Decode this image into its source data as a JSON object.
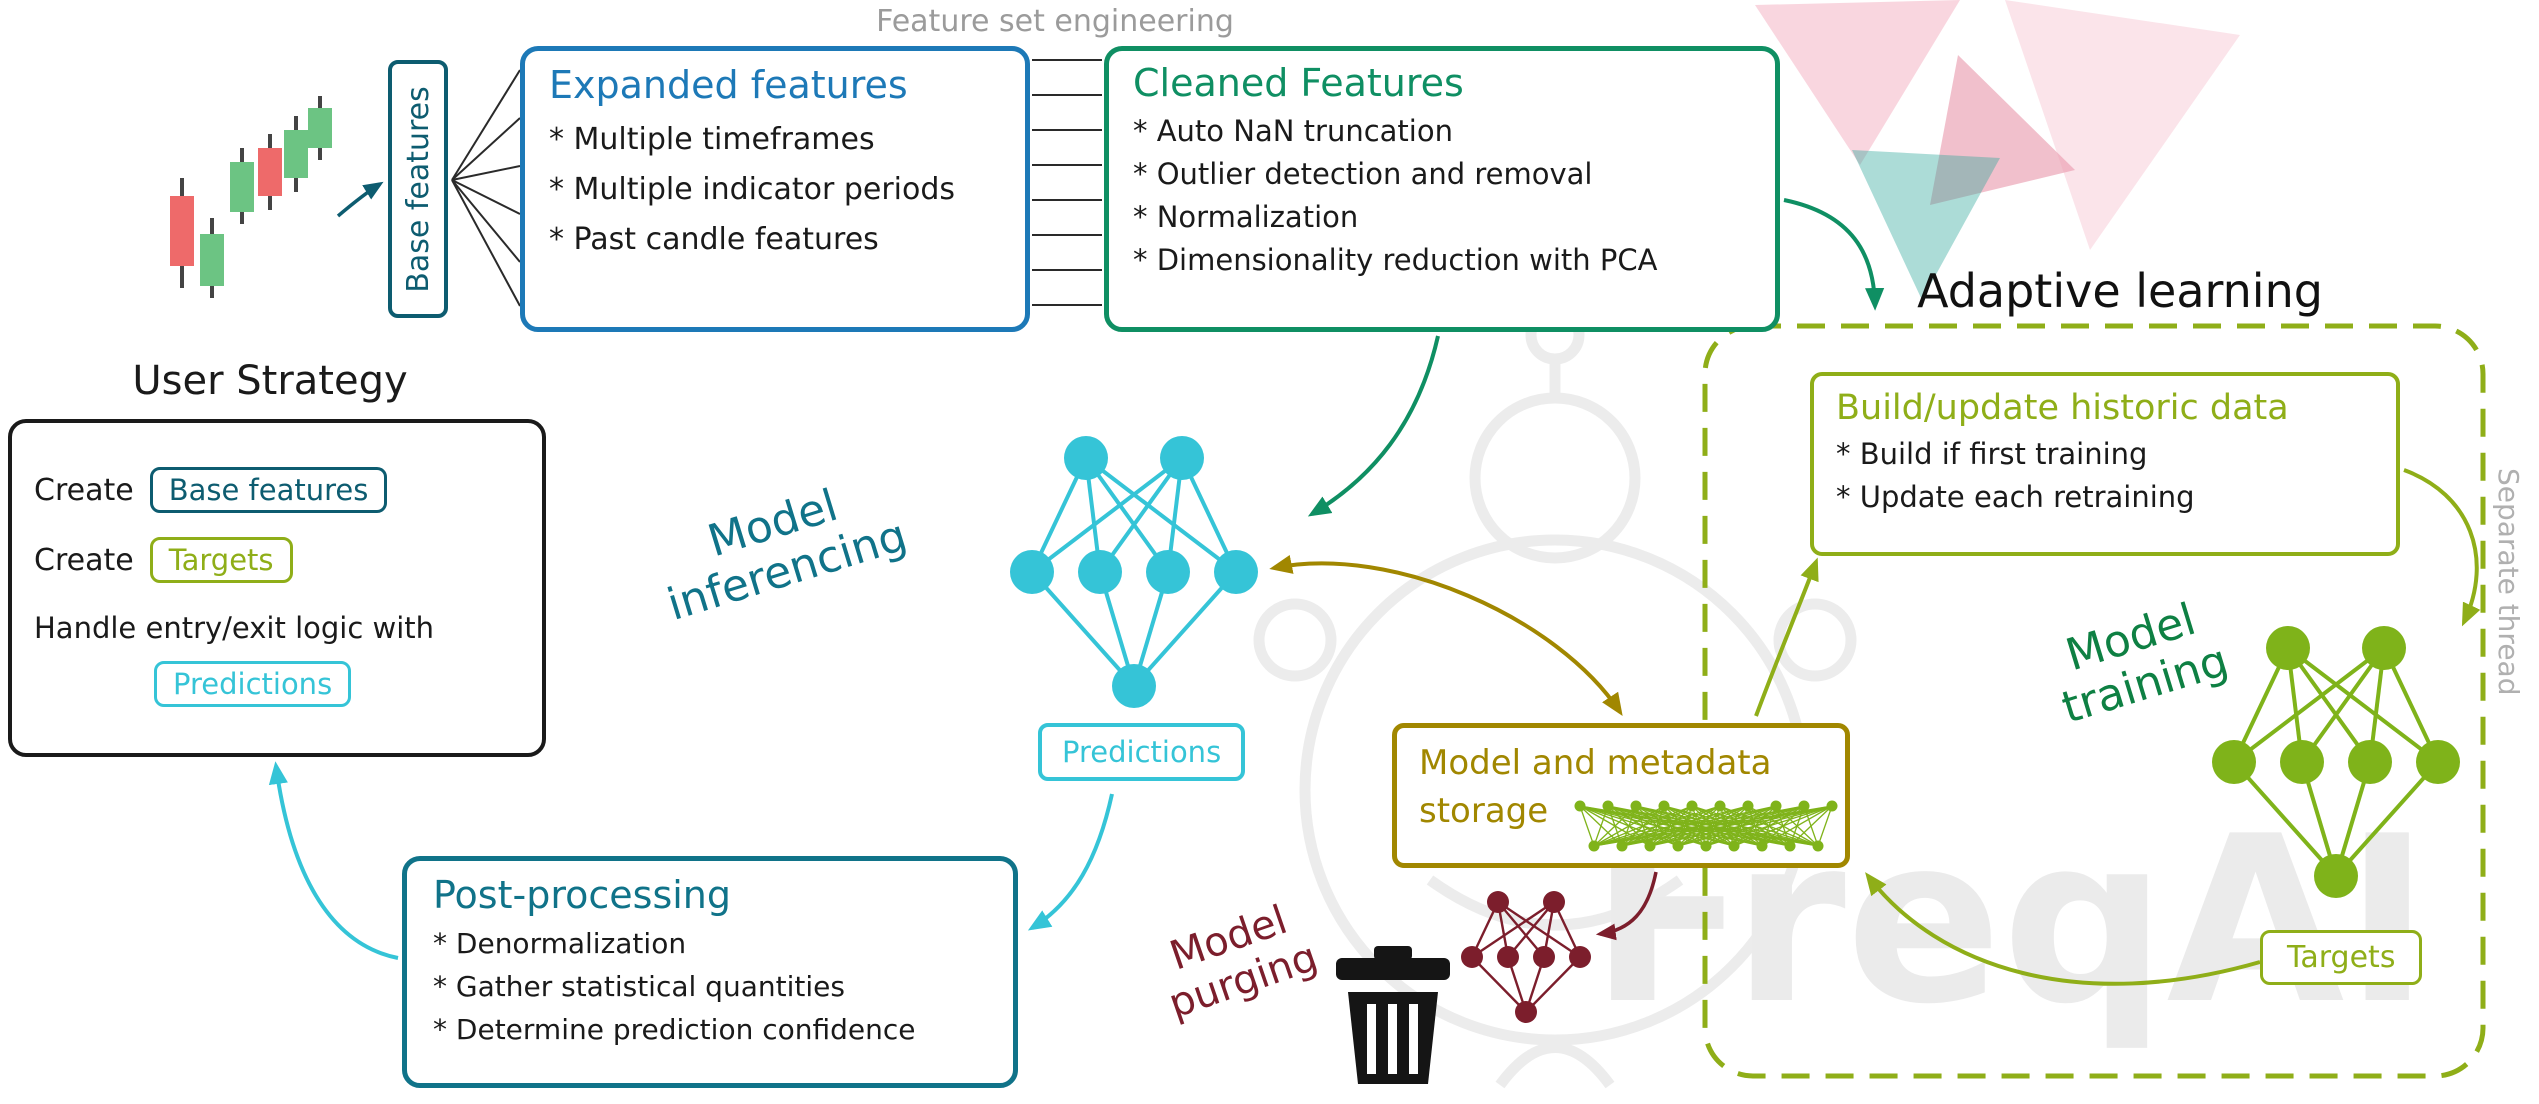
{
  "header": {
    "gap_label": "Feature set engineering"
  },
  "base_features": {
    "label": "Base features"
  },
  "expanded": {
    "title": "Expanded features",
    "items": [
      "* Multiple timeframes",
      "* Multiple indicator periods",
      "* Past candle features"
    ]
  },
  "cleaned": {
    "title": "Cleaned Features",
    "items": [
      "* Auto NaN truncation",
      "* Outlier detection and removal",
      "* Normalization",
      "* Dimensionality reduction with PCA"
    ]
  },
  "user_strategy": {
    "title": "User Strategy",
    "create_label_1": "Create",
    "chip_base": "Base features",
    "create_label_2": "Create",
    "chip_targets": "Targets",
    "logic_line": "Handle entry/exit logic with",
    "chip_predictions": "Predictions"
  },
  "inferencing": {
    "line1": "Model",
    "line2": "inferencing"
  },
  "predictions": {
    "label": "Predictions"
  },
  "post_processing": {
    "title": "Post-processing",
    "items": [
      "* Denormalization",
      "* Gather statistical quantities",
      "* Determine prediction confidence"
    ]
  },
  "purging": {
    "line1": "Model",
    "line2": "purging"
  },
  "storage": {
    "line1": "Model and metadata",
    "line2": "storage"
  },
  "adaptive": {
    "title": "Adaptive learning",
    "separate_thread": "Separate thread",
    "build": {
      "title": "Build/update historic data",
      "items": [
        "* Build if first training",
        "* Update each retraining"
      ]
    },
    "training": {
      "line1": "Model",
      "line2": "training"
    },
    "targets_label": "Targets"
  },
  "watermark": {
    "text": "FreqAI"
  },
  "colors": {
    "blue": "#1d79b7",
    "green": "#0f8f63",
    "dark_teal": "#0d5c70",
    "teal": "#107389",
    "cyan": "#35c4d7",
    "olive": "#8fae18",
    "yellow_green": "#7fb31a",
    "dark_yellow": "#a18700",
    "dark_green": "#0e8043",
    "dark_red": "#7c1e2c",
    "gray": "#9b9b9b",
    "candle_red": "#ee6a6a",
    "candle_green": "#6cc483"
  }
}
